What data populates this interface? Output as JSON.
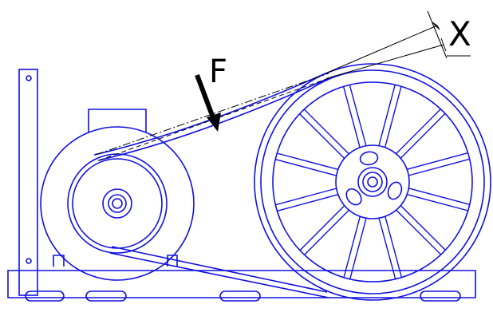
{
  "labels": {
    "force": "F",
    "deflection": "X"
  },
  "colors": {
    "drawing": "#1010e0",
    "annotation": "#000000",
    "background": "#ffffff"
  },
  "wheel": {
    "spoke_count": 12
  }
}
